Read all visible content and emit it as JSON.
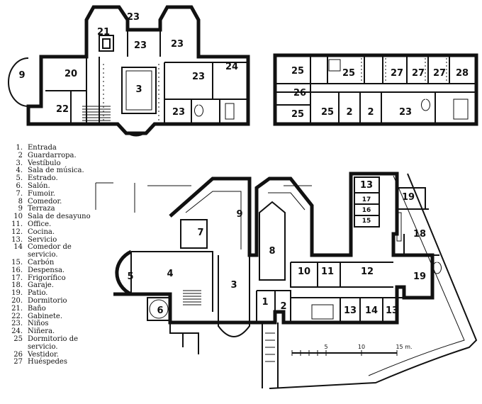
{
  "legend": [
    {
      "n": "1.",
      "t": "Entrada"
    },
    {
      "n": "2",
      "t": "Guardarropa."
    },
    {
      "n": "3.",
      "t": "Vestíbulo"
    },
    {
      "n": "4.",
      "t": "Sala de música."
    },
    {
      "n": "5.",
      "t": "Estrado."
    },
    {
      "n": "6.",
      "t": "Salón."
    },
    {
      "n": "7.",
      "t": "Fumoir."
    },
    {
      "n": "8",
      "t": "Comedor."
    },
    {
      "n": "9",
      "t": "Terraza"
    },
    {
      "n": "10",
      "t": "Sala de desayuno"
    },
    {
      "n": "11.",
      "t": "Office."
    },
    {
      "n": "12.",
      "t": "Cocina."
    },
    {
      "n": "13.",
      "t": "Servicio"
    },
    {
      "n": "14",
      "t": "Comedor de servicio."
    },
    {
      "n": "15.",
      "t": "Carbón"
    },
    {
      "n": "16.",
      "t": "Despensa."
    },
    {
      "n": "17.",
      "t": "Frigorífico"
    },
    {
      "n": "18.",
      "t": "Garaje."
    },
    {
      "n": "19.",
      "t": "Patio."
    },
    {
      "n": "20.",
      "t": "Dormitorio"
    },
    {
      "n": "21.",
      "t": "Baño"
    },
    {
      "n": "22.",
      "t": "Gabinete."
    },
    {
      "n": "23.",
      "t": "Niños"
    },
    {
      "n": "24.",
      "t": "Niñera."
    },
    {
      "n": "25",
      "t": "Dormitorio de servicio."
    },
    {
      "n": "26",
      "t": "Vestidor."
    },
    {
      "n": "27",
      "t": "Huéspedes"
    }
  ],
  "plan_first_floor": {
    "labels": [
      "21",
      "23",
      "23",
      "20",
      "3",
      "23",
      "24",
      "9",
      "22",
      "23",
      "23"
    ]
  },
  "plan_second_floor": {
    "labels": [
      "25",
      "25",
      "27",
      "27",
      "27",
      "28",
      "26",
      "25",
      "25",
      "2",
      "2",
      "23"
    ]
  },
  "plan_ground_floor": {
    "labels": [
      "9",
      "7",
      "8",
      "5",
      "4",
      "3",
      "10",
      "11",
      "12",
      "1",
      "2",
      "6",
      "13",
      "14",
      "13",
      "13",
      "19",
      "18",
      "19"
    ],
    "small_labels": [
      "17",
      "16",
      "15"
    ]
  },
  "scale": {
    "ticks": [
      "5",
      "10",
      "15 m."
    ]
  }
}
